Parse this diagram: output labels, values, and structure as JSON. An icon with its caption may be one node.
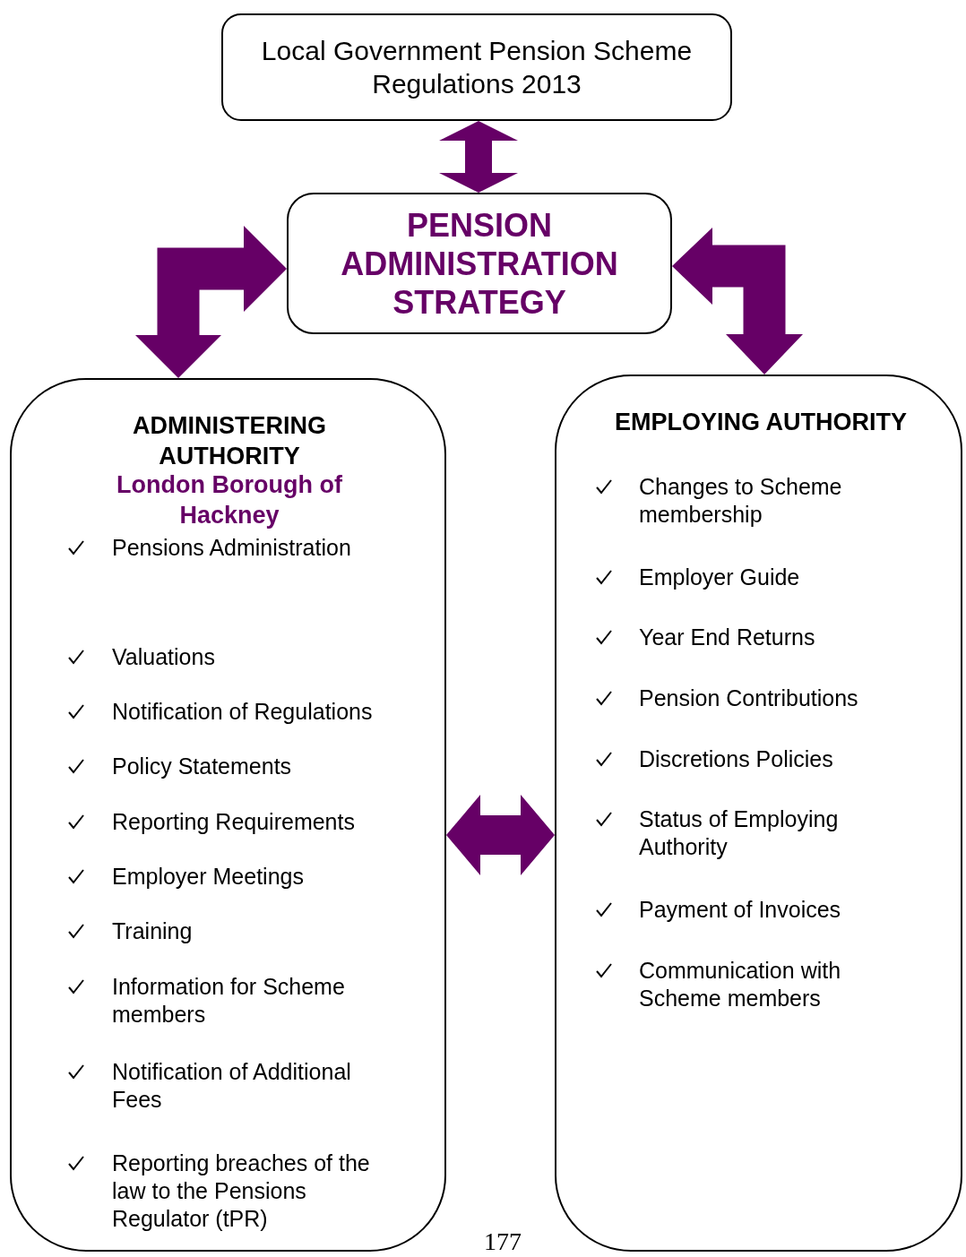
{
  "diagram": {
    "nodes": [
      {
        "text": [
          "Local Government Pension Scheme Regulations 2013"
        ]
      },
      {
        "text": [
          "PENSION ADMINISTRATION STRATEGY"
        ]
      },
      {
        "text": [
          "ADMINISTERING AUTHORITY",
          "London Borough of Hackney",
          "Pensions Administration",
          "Valuations",
          "Notification of Regulations",
          "Policy Statements",
          "Reporting Requirements",
          "Employer Meetings",
          "Training",
          "Information for Scheme members",
          "Notification of Additional Fees",
          "Reporting  breaches of the law to the Pensions Regulator (tPR)"
        ]
      },
      {
        "text": [
          "EMPLOYING AUTHORITY",
          "Changes to Scheme membership",
          "Employer Guide",
          "Year End Returns",
          "Pension Contributions",
          "Discretions Policies",
          "Status of Employing Authority",
          "Payment of Invoices",
          "Communication with Scheme members"
        ]
      }
    ],
    "edges": [
      {
        "from": 0,
        "to": 1,
        "arrow": "both",
        "style": "thick"
      },
      {
        "from": 1,
        "to": 2,
        "arrow": "both",
        "style": "thick"
      },
      {
        "from": 1,
        "to": 3,
        "arrow": "both",
        "style": "thick"
      },
      {
        "from": 2,
        "to": 3,
        "arrow": "both",
        "style": "thick"
      }
    ],
    "labels": [
      "177"
    ]
  }
}
